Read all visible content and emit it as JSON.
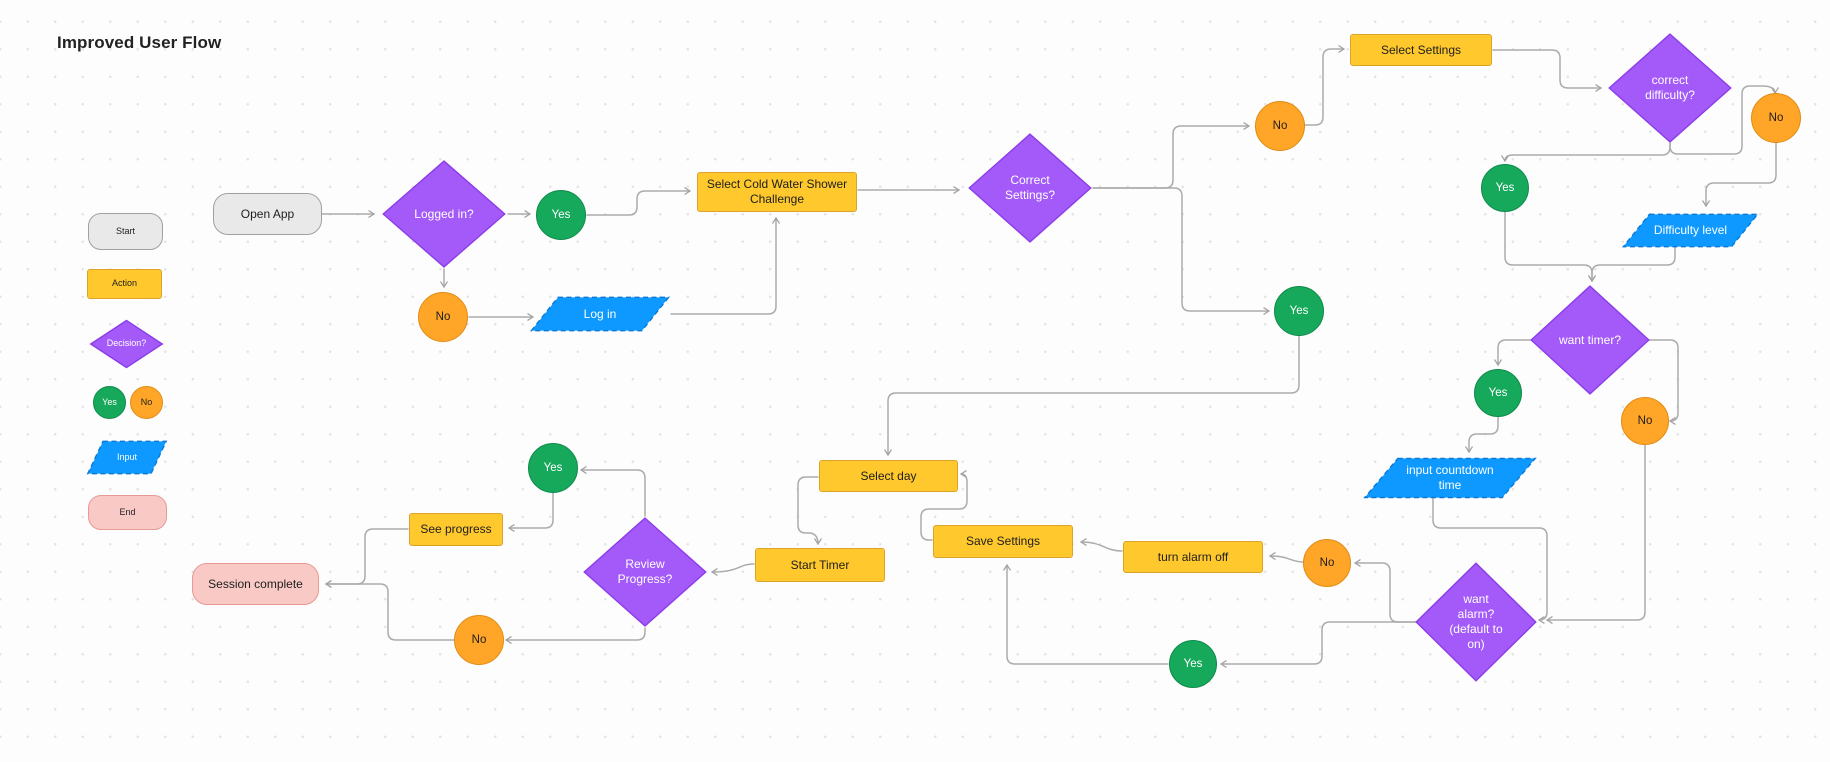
{
  "title": "Improved User Flow",
  "legend": {
    "start": "Start",
    "action": "Action",
    "decision": "Decision?",
    "yes": "Yes",
    "no": "No",
    "input": "Input",
    "end": "End"
  },
  "labels": {
    "yes": "Yes",
    "no": "No"
  },
  "nodes": {
    "open_app": "Open App",
    "logged_in": "Logged in?",
    "log_in": "Log in",
    "select_challenge": [
      "Select Cold Water Shower",
      "Challenge"
    ],
    "correct_settings": [
      "Correct",
      "Settings?"
    ],
    "select_settings": "Select Settings",
    "correct_difficulty": [
      "correct",
      "difficulty?"
    ],
    "difficulty_level": "Difficulty level",
    "want_timer": "want timer?",
    "input_countdown": [
      "input countdown",
      "time"
    ],
    "want_alarm": [
      "want",
      "alarm?",
      "(default to",
      "on)"
    ],
    "turn_alarm_off": "turn alarm off",
    "save_settings": "Save Settings",
    "select_day": "Select day",
    "start_timer": "Start Timer",
    "review_progress": [
      "Review",
      "Progress?"
    ],
    "see_progress": "See progress",
    "session_complete": "Session complete"
  },
  "colors": {
    "purple": "#A35AF8",
    "yellow": "#FFC82C",
    "green": "#16A85B",
    "orange": "#FFA629",
    "blue": "#0D99FF",
    "gray": "#E9E9E9",
    "pink": "#F9C9C5",
    "wire": "#ABABAB"
  }
}
